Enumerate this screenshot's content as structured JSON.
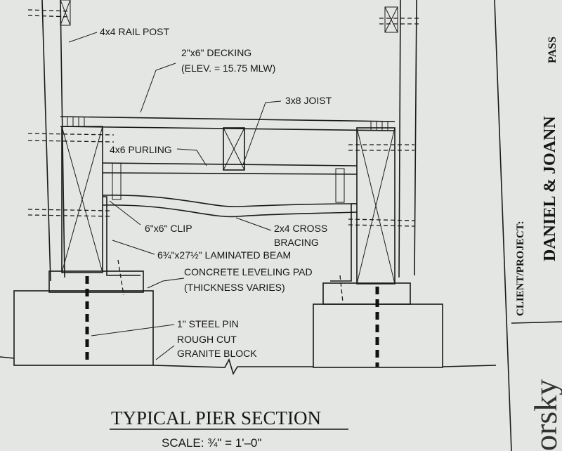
{
  "drawing": {
    "labels": {
      "rail_post": "4x4 RAIL POST",
      "decking": "2\"x6\" DECKING",
      "elevation": "(ELEV. = 15.75 MLW)",
      "joist": "3x8 JOIST",
      "purling": "4x6 PURLING",
      "clip": "6\"x6\" CLIP",
      "cross_bracing_1": "2x4 CROSS",
      "cross_bracing_2": "BRACING",
      "laminated_beam": "6¾\"x27½\" LAMINATED BEAM",
      "leveling_pad_1": "CONCRETE LEVELING PAD",
      "leveling_pad_2": "(THICKNESS VARIES)",
      "steel_pin": "1\" STEEL PIN",
      "granite_1": "ROUGH CUT",
      "granite_2": "GRANITE BLOCK"
    },
    "title": "TYPICAL PIER SECTION",
    "scale": "SCALE:  ¾\"  =  1'–0\""
  },
  "title_block": {
    "client_label": "CLIENT/PROJECT:",
    "client_name": "DANIEL & JOANN",
    "client_name_cont": "PASS",
    "firm_fragment": "orsky"
  },
  "colors": {
    "paper": "#e4e6e3",
    "ink": "#161616"
  }
}
